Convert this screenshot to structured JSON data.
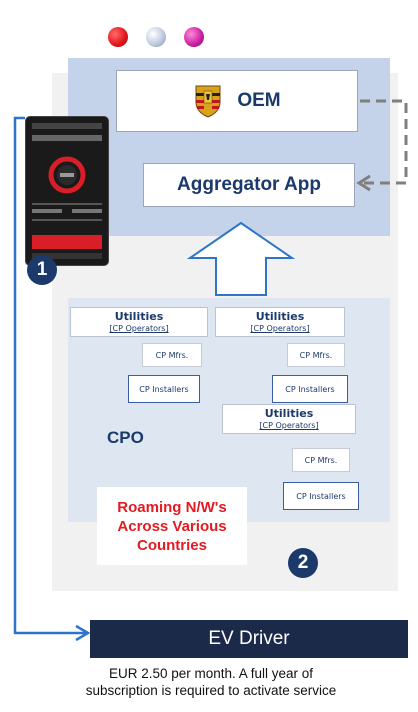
{
  "dots": [
    {
      "name": "red-dot",
      "color": "#e0131a"
    },
    {
      "name": "silver-dot",
      "color": "#b9c7dc"
    },
    {
      "name": "magenta-dot",
      "color": "#c81ea0"
    }
  ],
  "oem": {
    "label": "OEM",
    "icon": "porsche-crest-icon"
  },
  "aggregator": {
    "label": "Aggregator App"
  },
  "phone": {
    "icon": "smartphone-app-icon"
  },
  "utilities": [
    {
      "title": "Utilities",
      "subtitle": "[CP Operators]"
    },
    {
      "title": "Utilities",
      "subtitle": "[CP Operators]"
    },
    {
      "title": "Utilities",
      "subtitle": "[CP Operators]"
    }
  ],
  "manufacturers": [
    "CP Mfrs.",
    "CP Mfrs.",
    "CP Mfrs."
  ],
  "installers": [
    "CP Installers",
    "CP Installers",
    "CP Installers"
  ],
  "cpo": "CPO",
  "roaming": {
    "line1": "Roaming N/W's",
    "line2": "Across Various",
    "line3": "Countries"
  },
  "badges": [
    "1",
    "2"
  ],
  "ev_driver": "EV Driver",
  "caption": {
    "line1": "EUR 2.50 per month. A full year of",
    "line2": "subscription is required to activate service"
  },
  "colors": {
    "navy": "#1b3a6b",
    "red": "#e31b23",
    "connector": "#2e75c9",
    "dashed": "#7f7f7f"
  }
}
